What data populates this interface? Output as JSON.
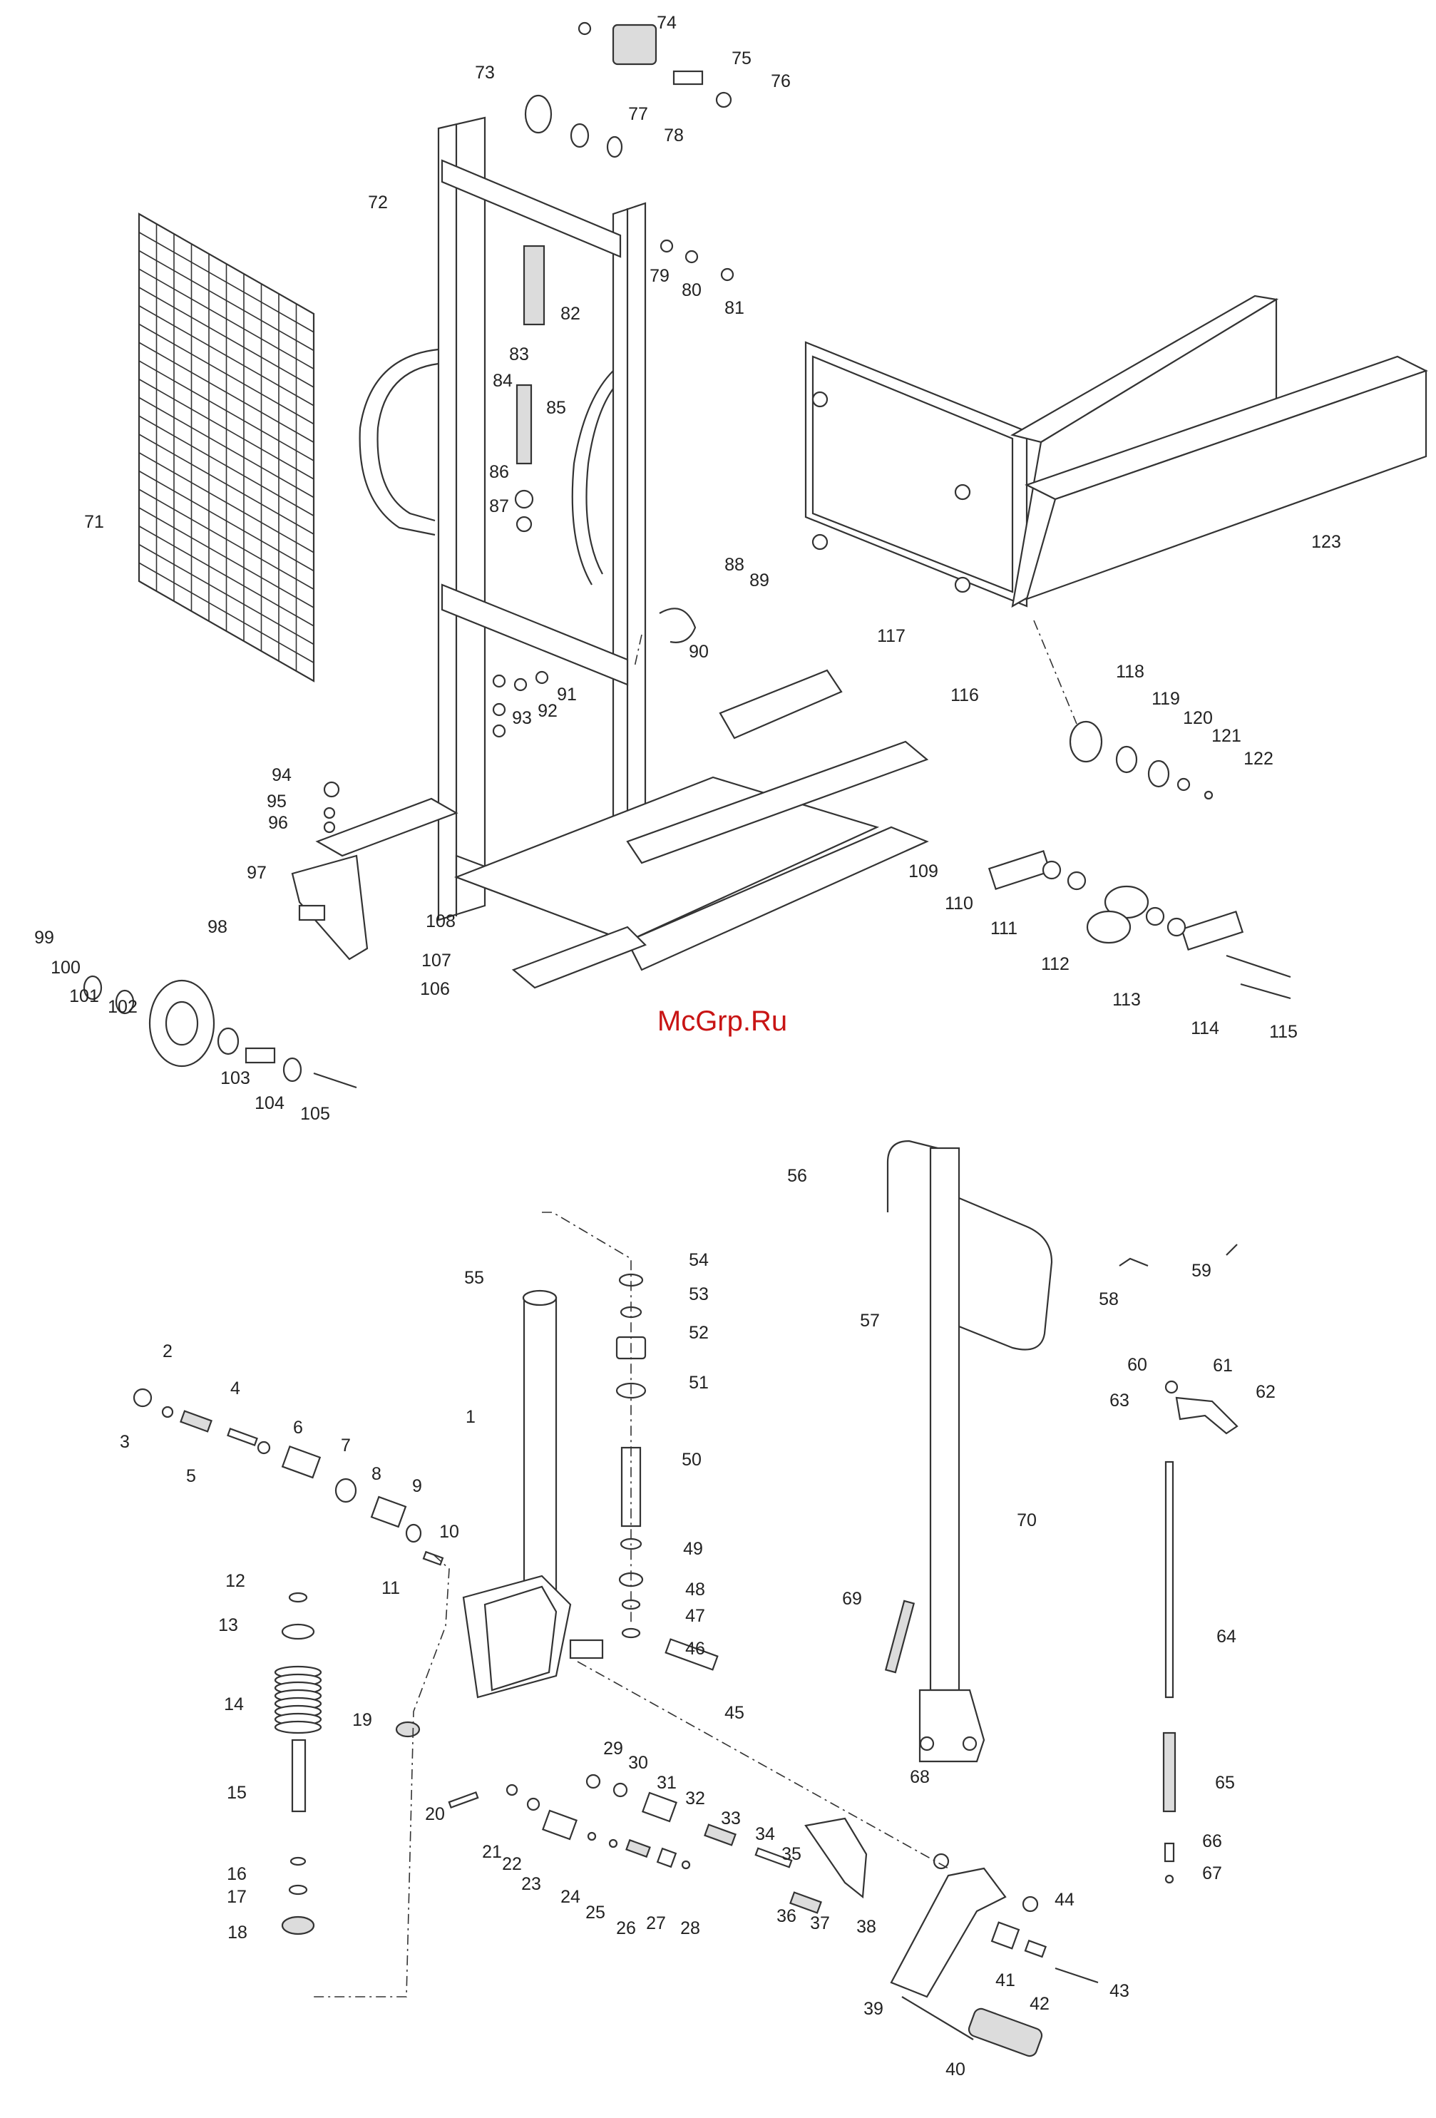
{
  "watermark": "McGrp.Ru",
  "upper_assembly": {
    "labels": [
      "71",
      "72",
      "73",
      "74",
      "75",
      "76",
      "77",
      "78",
      "79",
      "80",
      "81",
      "82",
      "83",
      "84",
      "85",
      "86",
      "87",
      "88",
      "89",
      "90",
      "91",
      "92",
      "93",
      "94",
      "95",
      "96",
      "97",
      "98",
      "99",
      "100",
      "101",
      "102",
      "103",
      "104",
      "105",
      "106",
      "107",
      "108",
      "109",
      "110",
      "111",
      "112",
      "113",
      "114",
      "115",
      "116",
      "117",
      "118",
      "119",
      "120",
      "121",
      "122",
      "123"
    ]
  },
  "lower_assembly": {
    "labels": [
      "1",
      "2",
      "3",
      "4",
      "5",
      "6",
      "7",
      "8",
      "9",
      "10",
      "11",
      "12",
      "13",
      "14",
      "15",
      "16",
      "17",
      "18",
      "19",
      "20",
      "21",
      "22",
      "23",
      "24",
      "25",
      "26",
      "27",
      "28",
      "29",
      "30",
      "31",
      "32",
      "33",
      "34",
      "35",
      "36",
      "37",
      "38",
      "39",
      "40",
      "41",
      "42",
      "43",
      "44",
      "45",
      "46",
      "47",
      "48",
      "49",
      "50",
      "51",
      "52",
      "53",
      "54",
      "55",
      "56",
      "57",
      "58",
      "59",
      "60",
      "61",
      "62",
      "63",
      "64",
      "65",
      "66",
      "67",
      "68",
      "69",
      "70"
    ]
  }
}
